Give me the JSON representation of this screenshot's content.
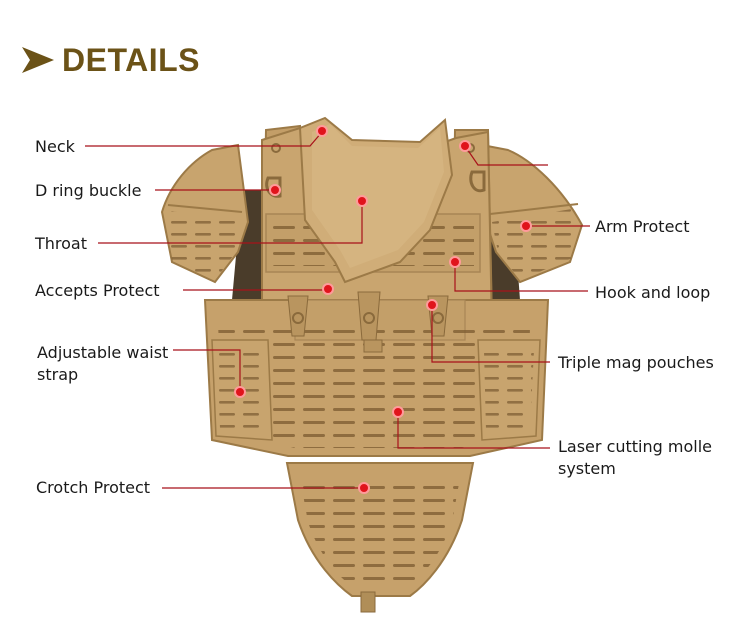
{
  "header": {
    "title": "DETAILS",
    "accent": "#6b5217"
  },
  "colors": {
    "vest_base": "#c8a46e",
    "vest_light": "#d4b47e",
    "vest_dark": "#9c7a47",
    "vest_shadow": "#8a6a3c",
    "slot": "#7a5a30",
    "line": "#a8121a",
    "dot": "#e0141c"
  },
  "labels": {
    "neck": "Neck",
    "d_ring": "D ring buckle",
    "throat": "Throat",
    "accepts": "Accepts Protect",
    "waist_1": "Adjustable waist",
    "waist_2": "strap",
    "crotch": "Crotch Protect",
    "arm": "Arm Protect",
    "hook": "Hook and loop",
    "triple": "Triple mag pouches",
    "laser_1": "Laser cutting molle",
    "laser_2": "system"
  }
}
